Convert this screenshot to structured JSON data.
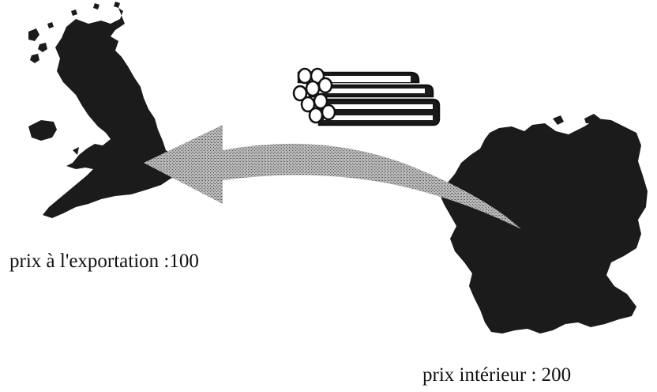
{
  "labels": {
    "export_price": "prix à l'exportation :100",
    "domestic_price": "prix intérieur : 200"
  },
  "icons": {
    "uk_map": "united-kingdom-map",
    "germany_map": "germany-map",
    "product": "pipe-bundle",
    "flow": "export-arrow"
  },
  "colors": {
    "land": "#1b1b1b",
    "arrow": "#9a9a9a",
    "background": "#ffffff"
  }
}
